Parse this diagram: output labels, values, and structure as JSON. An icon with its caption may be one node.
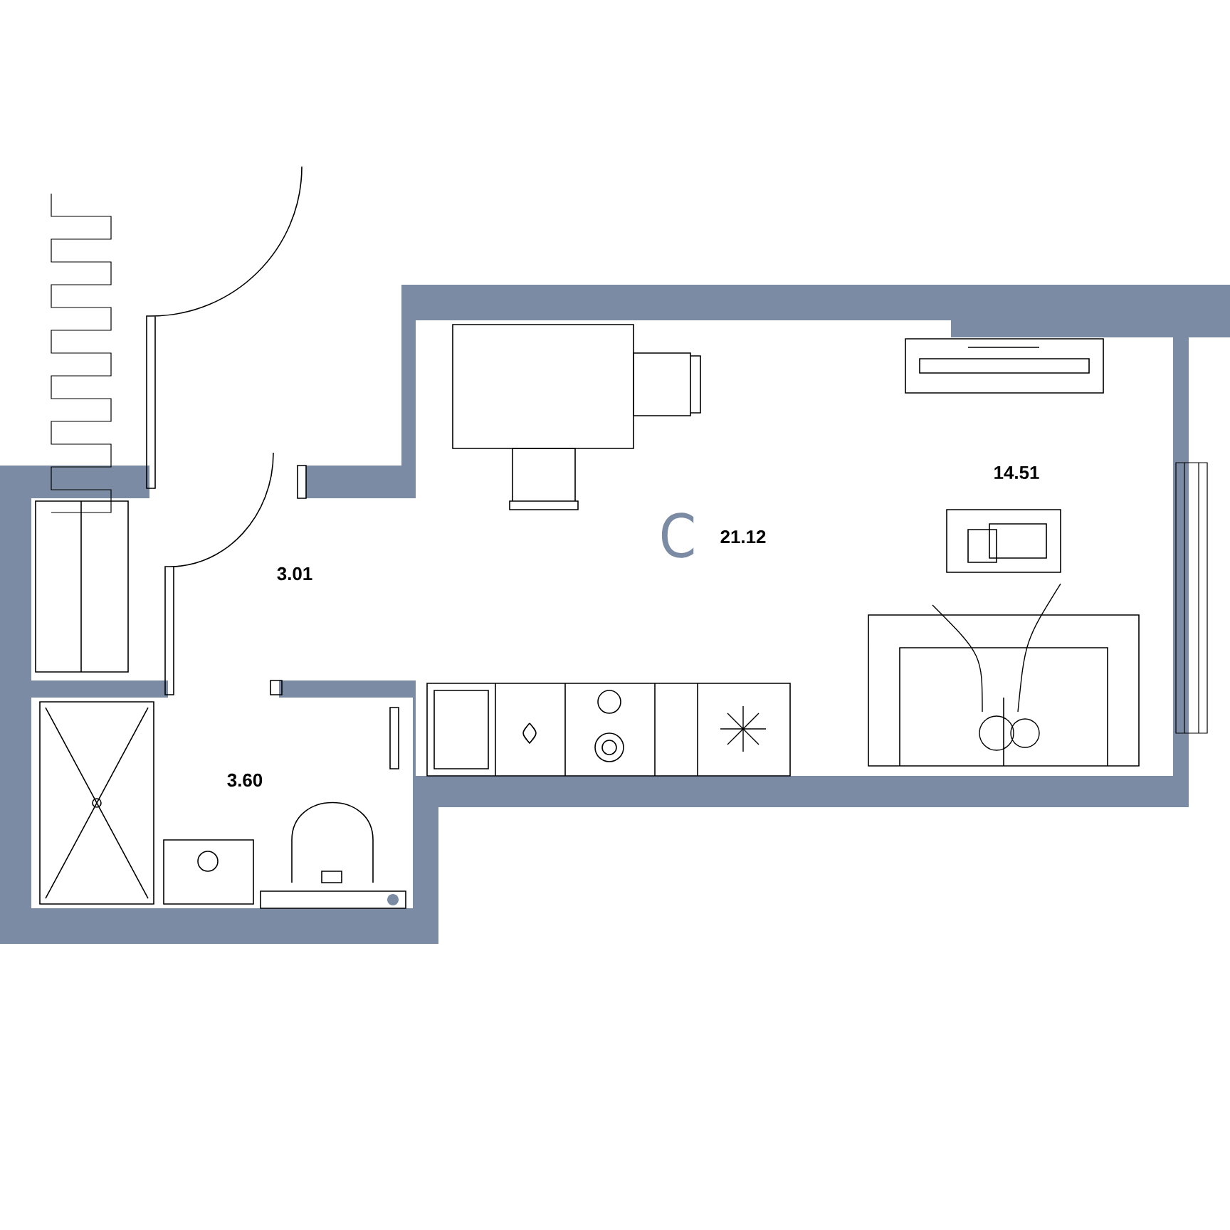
{
  "diagram": {
    "labels": [
      "14.51",
      "C",
      "21.12",
      "3.01",
      "3.60"
    ]
  }
}
